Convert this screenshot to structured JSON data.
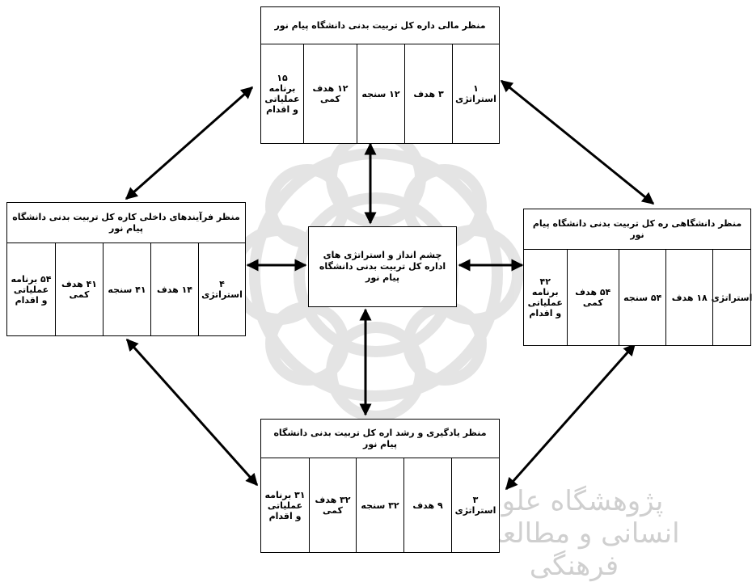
{
  "center": {
    "text": "چشم انداز و استراتژی های اداره کل تربیت بدنی دانشگاه پیام نور"
  },
  "top": {
    "title": "منظر مالی داره کل تربیت بدنی دانشگاه پیام نور",
    "cells": [
      "۱ استراتژی",
      "۳ هدف",
      "۱۲ سنجه",
      "۱۲ هدف کمی",
      "۱۵ برنامه عملیاتی و اقدام"
    ]
  },
  "left": {
    "title": "منظر فرآیندهای داخلی کاره کل تربیت بدنی دانشگاه پیام نور",
    "cells": [
      "۴ استراتژی",
      "۱۴ هدف",
      "۴۱ سنجه",
      "۴۱ هدف کمی",
      "۵۴ برنامه عملیاتی و اقدام"
    ]
  },
  "right": {
    "title": "منظر دانشگاهی ره کل تربیت بدنی دانشگاه پیام نور",
    "cells": [
      "استراتژی",
      "۱۸ هدف",
      "۵۴ سنجه",
      "۵۴ هدف کمی",
      "۴۲ برنامه عملیاتی و اقدام"
    ]
  },
  "bottom": {
    "title": "منظر یادگیری و رشد اره کل تربیت بدنی دانشگاه پیام نور",
    "cells": [
      "۳ استراتژی",
      "۹ هدف",
      "۳۲ سنجه",
      "۳۲ هدف کمی",
      "۳۱ برنامه عملیاتی و اقدام"
    ]
  },
  "watermark": {
    "text": "پژوهشگاه علوم انسانی و مطالعات فرهنگی"
  },
  "colors": {
    "line": "#000000",
    "seal": "#d9d9d9",
    "watermark": "#cfcfcf"
  }
}
